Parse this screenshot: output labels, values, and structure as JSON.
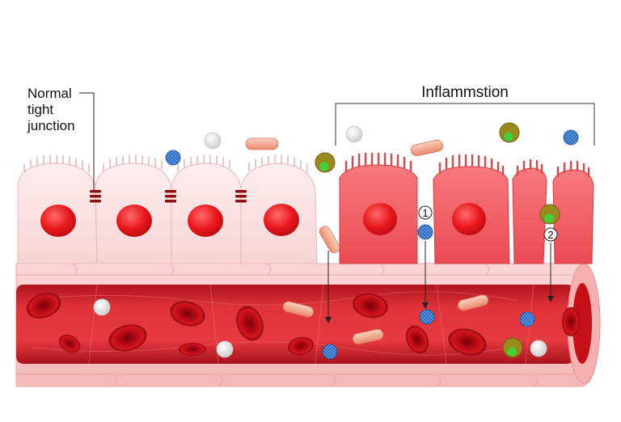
{
  "labels": {
    "normal_tight_junction": [
      "Normal",
      "tight",
      "junction"
    ],
    "inflammation": "Inflammstion",
    "pathway_1": "1",
    "pathway_2": "2"
  },
  "colors": {
    "normal_cell": "#fbe1e1",
    "normal_cell_edge": "#e8b8b8",
    "inflamed_cell": "#f0595f",
    "inflamed_cell_edge": "#d23c44",
    "nucleus": "#e8161c",
    "tight_junction": "#8e1012",
    "vessel_wall": "#f7c4c4",
    "vessel_lumen": "#d8262e",
    "red_blood_cell": "#c8101a",
    "bacteria_rod": "#f5a98e",
    "blue_particle": "#2a6cc4",
    "white_particle": "#f2f2f2",
    "immune_cell_outer": "#9a8a1c",
    "immune_cell_inner": "#3fd13a"
  },
  "icons": {
    "blue_particle": "blue-particle-icon",
    "white_particle": "white-particle-icon",
    "rod_particle": "rod-bacterium-icon",
    "immune_cell": "immune-cell-icon",
    "red_blood_cell": "red-blood-cell-icon"
  }
}
